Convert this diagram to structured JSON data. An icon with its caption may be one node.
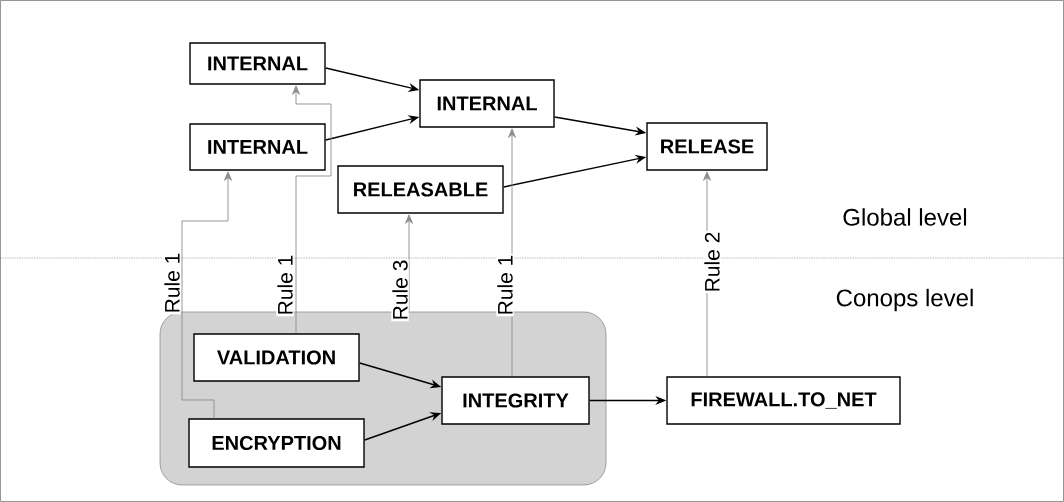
{
  "diagram": {
    "nodes": [
      {
        "text": [
          "INTERNAL"
        ]
      },
      {
        "text": [
          "INTERNAL"
        ]
      },
      {
        "text": [
          "INTERNAL"
        ]
      },
      {
        "text": [
          "RELEASE"
        ]
      },
      {
        "text": [
          "RELEASABLE"
        ]
      },
      {
        "text": [],
        "shape": "box"
      },
      {
        "text": [
          "VALIDATION"
        ],
        "in": 5
      },
      {
        "text": [
          "ENCRYPTION"
        ],
        "in": 5
      },
      {
        "text": [
          "INTEGRITY"
        ],
        "in": 5
      },
      {
        "text": [
          "FIREWALL.TO_NET"
        ]
      }
    ],
    "edges": [
      {
        "from": 0,
        "to": 2,
        "arrow": "to"
      },
      {
        "from": 1,
        "to": 2,
        "arrow": "to"
      },
      {
        "from": 2,
        "to": 3,
        "arrow": "to"
      },
      {
        "from": 4,
        "to": 3,
        "arrow": "to"
      },
      {
        "from": 6,
        "to": 8,
        "arrow": "to"
      },
      {
        "from": 7,
        "to": 8,
        "arrow": "to"
      },
      {
        "from": 8,
        "to": 9,
        "arrow": "to"
      },
      {
        "from": 7,
        "to": 1,
        "arrow": "to",
        "label": "Rule 1",
        "color": "#8c8c8c"
      },
      {
        "from": 6,
        "to": 0,
        "arrow": "to",
        "label": "Rule 1",
        "color": "#8c8c8c"
      },
      {
        "from": 5,
        "to": 4,
        "arrow": "to",
        "label": "Rule 3",
        "color": "#8c8c8c"
      },
      {
        "from": 8,
        "to": 2,
        "arrow": "to",
        "label": "Rule 1",
        "color": "#8c8c8c"
      },
      {
        "from": 9,
        "to": 3,
        "arrow": "to",
        "label": "Rule 2",
        "color": "#8c8c8c"
      }
    ],
    "labels": [
      "Global level",
      "Conops level"
    ]
  }
}
